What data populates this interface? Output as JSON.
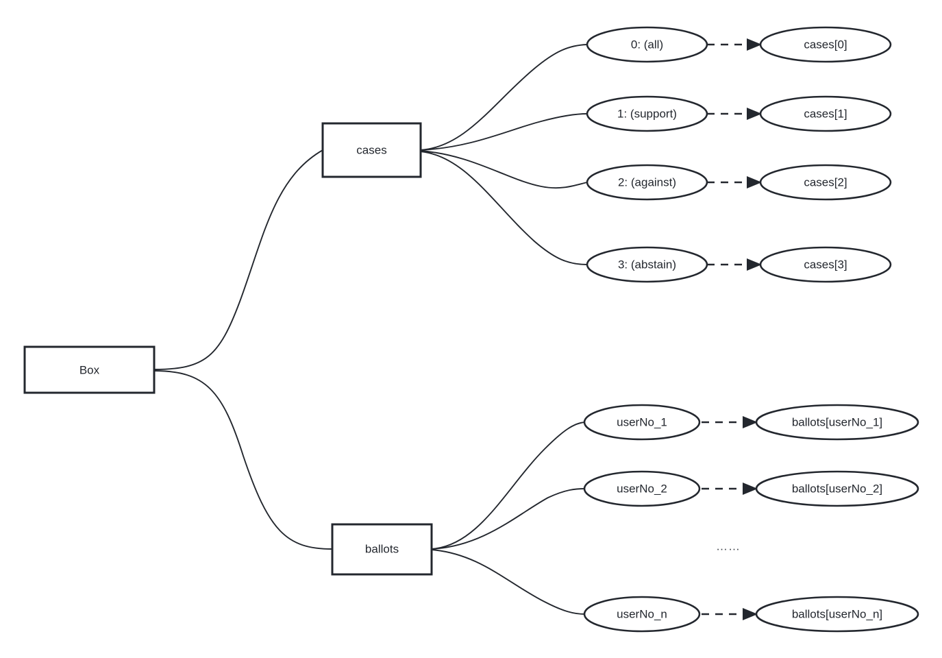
{
  "diagram": {
    "type": "tree-diagram",
    "background_color": "#ffffff",
    "stroke_color": "#23272e",
    "text_color": "#23272e",
    "root": {
      "label": "Box",
      "shape": "rectangle"
    },
    "branches": [
      {
        "label": "cases",
        "shape": "rectangle",
        "children": [
          {
            "key_label": "0: (all)",
            "value_label": "cases[0]"
          },
          {
            "key_label": "1: (support)",
            "value_label": "cases[1]"
          },
          {
            "key_label": "2: (against)",
            "value_label": "cases[2]"
          },
          {
            "key_label": "3: (abstain)",
            "value_label": "cases[3]"
          }
        ]
      },
      {
        "label": "ballots",
        "shape": "rectangle",
        "ellipsis": "……",
        "children": [
          {
            "key_label": "userNo_1",
            "value_label": "ballots[userNo_1]"
          },
          {
            "key_label": "userNo_2",
            "value_label": "ballots[userNo_2]"
          },
          {
            "key_label": "userNo_n",
            "value_label": "ballots[userNo_n]"
          }
        ]
      }
    ]
  }
}
